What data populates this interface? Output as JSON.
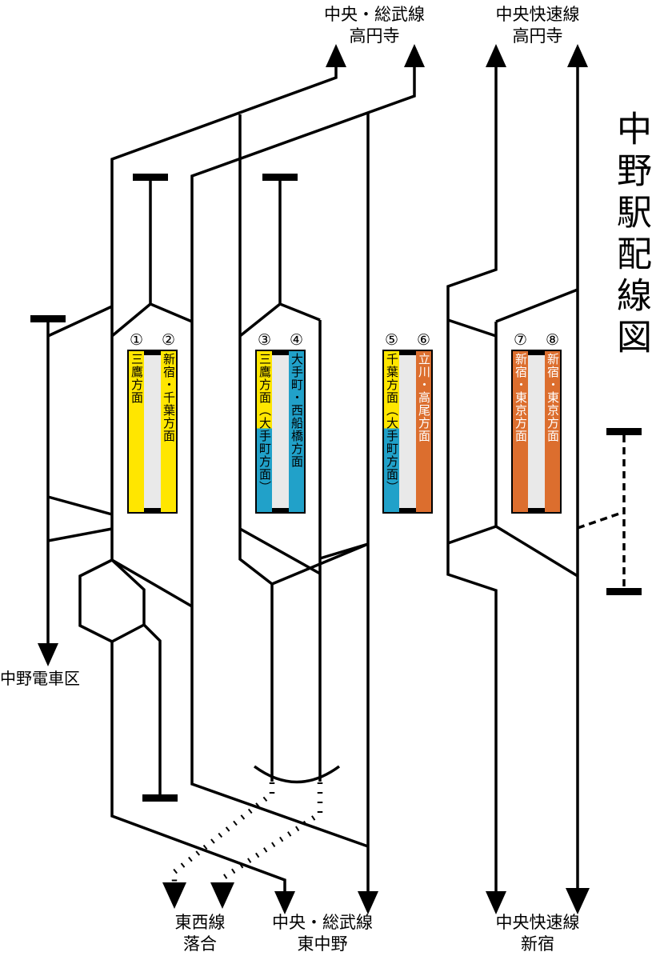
{
  "title": "中野駅配線図",
  "colors": {
    "sobu-yellow": "#ffe600",
    "tozai-blue": "#21a1c9",
    "rapid-orange": "#dc6e2e",
    "platform-gray": "#e9e9e9",
    "ink": "#000000"
  },
  "top_labels": [
    {
      "line": "中央・総武線",
      "station": "高円寺"
    },
    {
      "line": "中央快速線",
      "station": "高円寺"
    }
  ],
  "bottom_labels": [
    {
      "line": "東西線",
      "station": "落合"
    },
    {
      "line": "中央・総武線",
      "station": "東中野"
    },
    {
      "line": "中央快速線",
      "station": "新宿"
    }
  ],
  "depot_label": "中野電車区",
  "platforms": [
    {
      "number": "①",
      "destination": "三鷹方面"
    },
    {
      "number": "②",
      "destination": "新宿・千葉方面"
    },
    {
      "number": "③",
      "destination": "三鷹方面（大手町方面）"
    },
    {
      "number": "④",
      "destination": "大手町・西船橋方面"
    },
    {
      "number": "⑤",
      "destination": "千葉方面（大手町方面）"
    },
    {
      "number": "⑥",
      "destination": "立川・高尾方面"
    },
    {
      "number": "⑦",
      "destination": "新宿・東京方面"
    },
    {
      "number": "⑧",
      "destination": "新宿・東京方面"
    }
  ]
}
